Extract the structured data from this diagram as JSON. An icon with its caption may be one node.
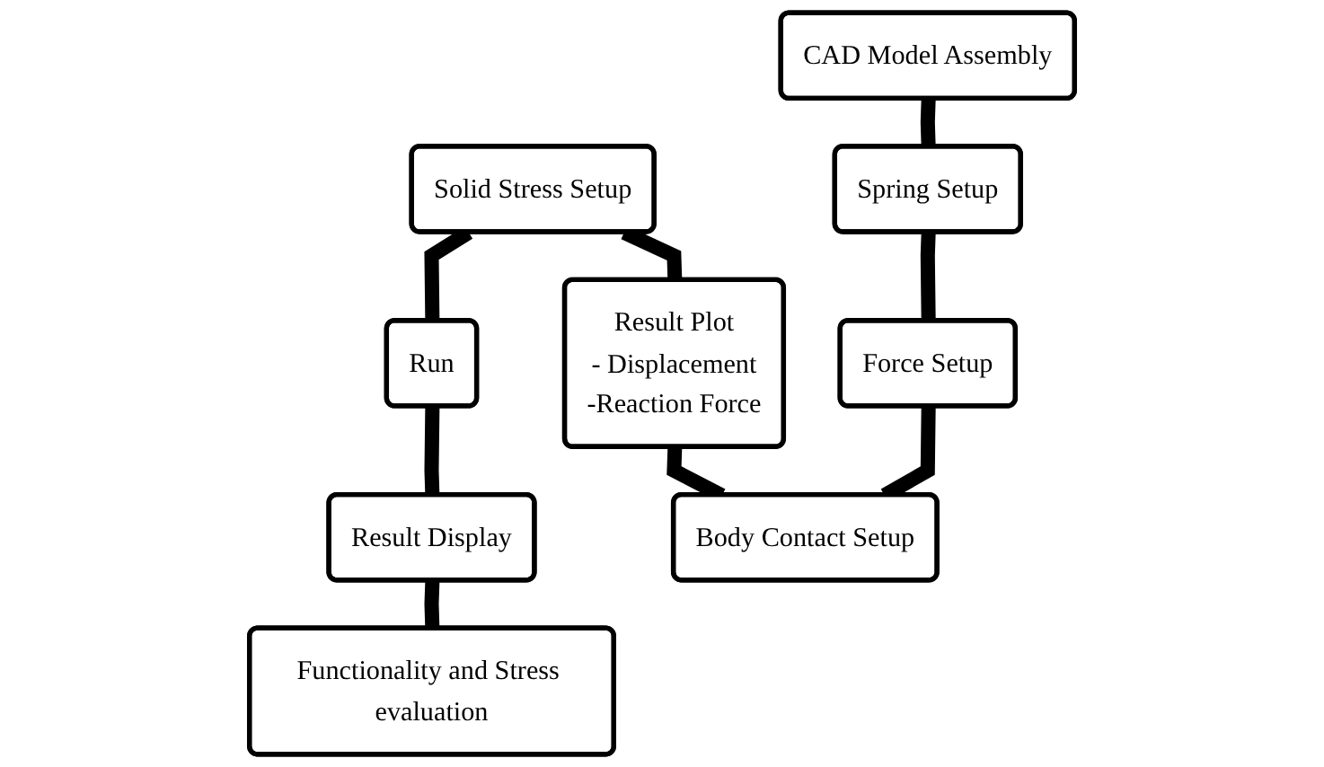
{
  "diagram": {
    "nodes": [
      {
        "text": [
          "CAD Model Assembly"
        ]
      },
      {
        "text": [
          "Solid Stress Setup"
        ]
      },
      {
        "text": [
          "Run"
        ]
      },
      {
        "text": [
          "Spring Setup"
        ]
      },
      {
        "text": [
          "Result Plot",
          "- Displacement",
          "-Reaction Force"
        ]
      },
      {
        "text": [
          "Result Display"
        ]
      },
      {
        "text": [
          "Force Setup"
        ]
      },
      {
        "text": [
          "Body Contact Setup"
        ]
      },
      {
        "text": [
          "Functionality and Stress evaluation"
        ]
      }
    ],
    "edges": [
      {
        "from": 0,
        "to": 3,
        "arrow": "none"
      },
      {
        "from": 3,
        "to": 6,
        "arrow": "none"
      },
      {
        "from": 6,
        "to": 7,
        "arrow": "none"
      },
      {
        "from": 7,
        "to": 4,
        "arrow": "none"
      },
      {
        "from": 4,
        "to": 1,
        "arrow": "none"
      },
      {
        "from": 1,
        "to": 2,
        "arrow": "none"
      },
      {
        "from": 2,
        "to": 5,
        "arrow": "none"
      },
      {
        "from": 5,
        "to": 8,
        "arrow": "none"
      }
    ]
  }
}
